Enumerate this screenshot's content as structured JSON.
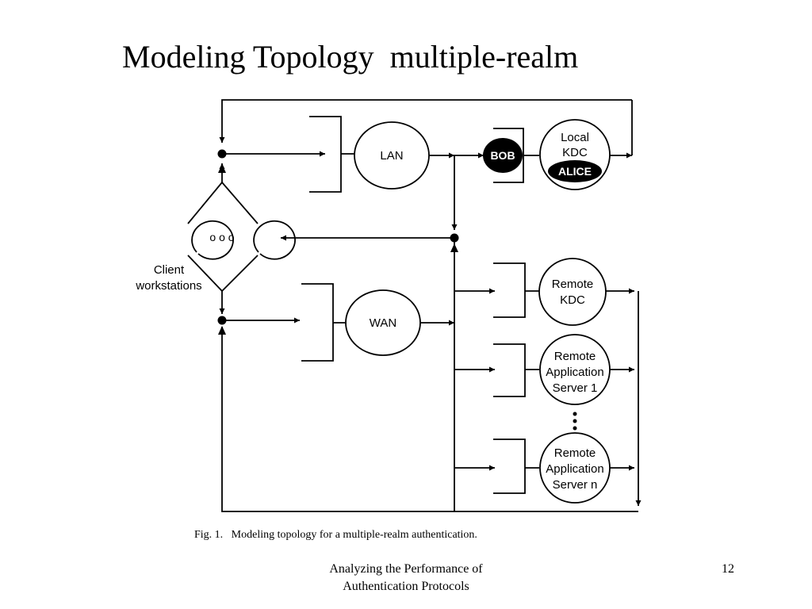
{
  "slide": {
    "title": "Modeling Topology  multiple-realm",
    "footer_line1": "Analyzing the Performance of",
    "footer_line2": "Authentication Protocols",
    "page_number": "12"
  },
  "diagram": {
    "nodes": {
      "lan": "LAN",
      "wan": "WAN",
      "bob": "BOB",
      "local_kdc_line1": "Local",
      "local_kdc_line2": "KDC",
      "alice": "ALICE",
      "remote_kdc_line1": "Remote",
      "remote_kdc_line2": "KDC",
      "remote_app1_line1": "Remote",
      "remote_app1_line2": "Application",
      "remote_app1_line3": "Server 1",
      "remote_appn_line1": "Remote",
      "remote_appn_line2": "Application",
      "remote_appn_line3": "Server n",
      "client_dots": "o o o",
      "client_label_line1": "Client",
      "client_label_line2": "workstations"
    },
    "caption": "Fig. 1.   Modeling topology for a multiple-realm authentication.",
    "colors": {
      "line": "#000000",
      "fill_dark": "#000000",
      "background": "#ffffff"
    }
  }
}
